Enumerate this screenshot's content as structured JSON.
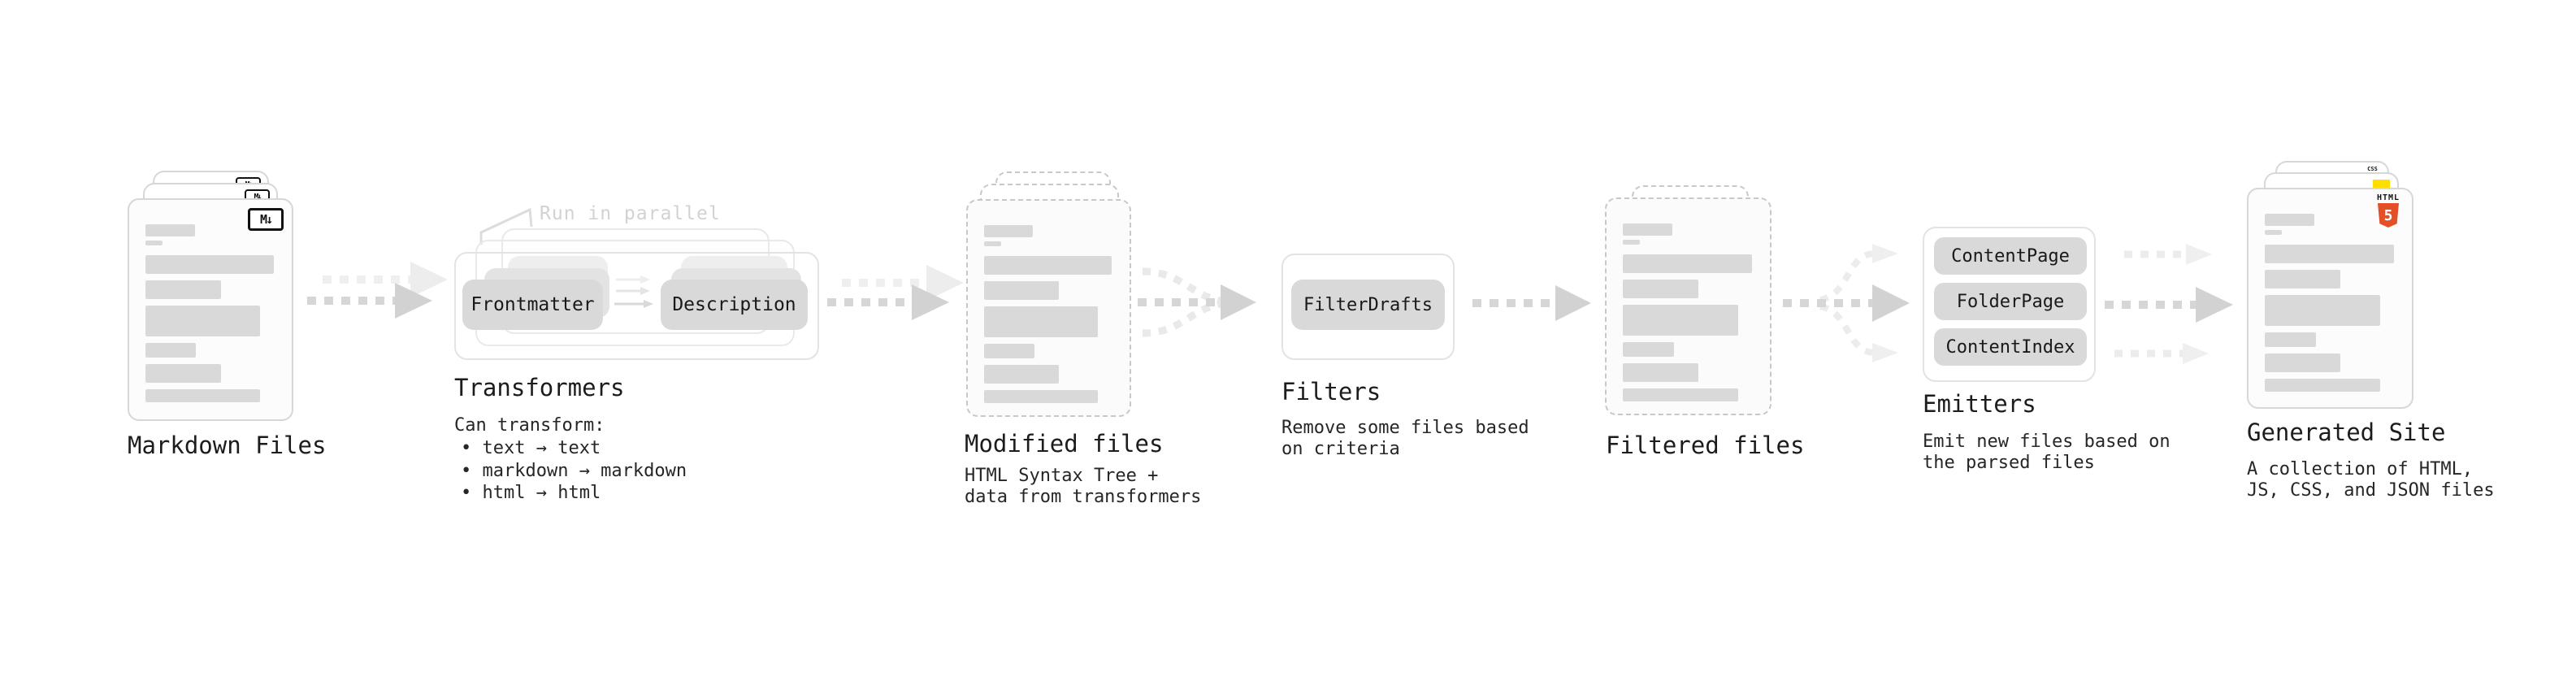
{
  "stages": {
    "markdown_files": {
      "heading": "Markdown Files",
      "badge": "M↓"
    },
    "transformers": {
      "heading": "Transformers",
      "note": "Run in parallel",
      "pill_left": "Frontmatter",
      "pill_right": "Description",
      "description": "Can transform:",
      "bullets": [
        "• text → text",
        "• markdown → markdown",
        "• html → html"
      ]
    },
    "modified_files": {
      "heading": "Modified files",
      "description_lines": [
        "HTML Syntax Tree +",
        "data from transformers"
      ]
    },
    "filters": {
      "heading": "Filters",
      "pill": "FilterDrafts",
      "description_lines": [
        "Remove some files based",
        "on criteria"
      ]
    },
    "filtered_files": {
      "heading": "Filtered files"
    },
    "emitters": {
      "heading": "Emitters",
      "pills": [
        "ContentPage",
        "FolderPage",
        "ContentIndex"
      ],
      "description_lines": [
        "Emit new files based on",
        "the parsed files"
      ]
    },
    "generated_site": {
      "heading": "Generated Site",
      "description_lines": [
        "A collection of HTML,",
        "JS, CSS, and JSON files"
      ],
      "html5_badge": {
        "word": "HTML",
        "number": "5"
      },
      "css_badge": "CSS"
    }
  },
  "colors": {
    "html5_orange": "#e34f26",
    "js_yellow": "#ffdf00",
    "css_blue": "#2965f1",
    "placeholder_bar": "#d9d9d9",
    "arrow_gray": "#d2d2d2",
    "faint_gray": "#ededed"
  }
}
